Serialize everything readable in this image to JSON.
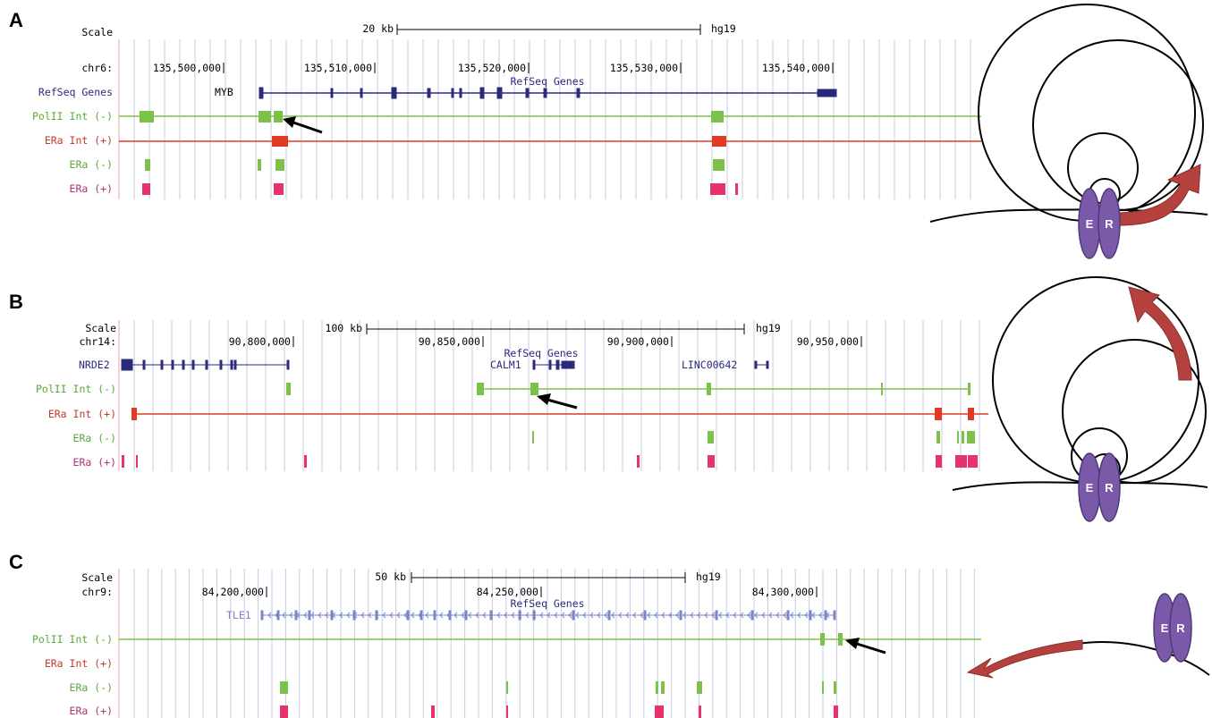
{
  "colors": {
    "gene": "#2b2a7a",
    "gene_light": "#7b84c4",
    "polii": "#7cc24a",
    "era_int": "#e03a24",
    "era_pos": "#e6336b",
    "era_neg": "#7cc24a",
    "grid": "#c9cbe6",
    "protein": "#7a5aa8",
    "arc_arrow": "#b5413f",
    "label_polii": "#5aa83a",
    "label_era_int": "#c0392b",
    "label_era_pos": "#b03070",
    "label_refseq": "#2b2a7a"
  },
  "icons": {
    "arrow": "arrow-left-pointer-icon",
    "loop": "chromatin-loop-icon",
    "protein": "er-dimer-icon"
  },
  "panels": [
    {
      "letter": "A",
      "scale_label": "Scale",
      "chrom_label": "chr6:",
      "scale_text": "20 kb",
      "assembly": "hg19",
      "ruler_ticks": [
        "135,500,000",
        "135,510,000",
        "135,520,000",
        "135,530,000",
        "135,540,000"
      ],
      "refseq_track_label": "RefSeq Genes",
      "refseq_title": "RefSeq Genes",
      "gene_names": [
        "MYB"
      ],
      "track_labels": {
        "polii": "PolII Int (-)",
        "era_int": "ERa Int (+)",
        "era_neg": "ERa (-)",
        "era_pos": "ERa (+)"
      },
      "er_letters": [
        "E",
        "R"
      ]
    },
    {
      "letter": "B",
      "scale_label": "Scale",
      "chrom_label": "chr14:",
      "scale_text": "100 kb",
      "assembly": "hg19",
      "ruler_ticks": [
        "90,800,000",
        "90,850,000",
        "90,900,000",
        "90,950,000"
      ],
      "refseq_title": "RefSeq Genes",
      "gene_names": [
        "NRDE2",
        "CALM1",
        "LINC00642"
      ],
      "track_labels": {
        "polii": "PolII Int (-)",
        "era_int": "ERa Int (+)",
        "era_neg": "ERa (-)",
        "era_pos": "ERa (+)"
      },
      "er_letters": [
        "E",
        "R"
      ]
    },
    {
      "letter": "C",
      "scale_label": "Scale",
      "chrom_label": "chr9:",
      "scale_text": "50 kb",
      "assembly": "hg19",
      "ruler_ticks": [
        "84,200,000",
        "84,250,000",
        "84,300,000"
      ],
      "refseq_title": "RefSeq Genes",
      "gene_names": [
        "TLE1"
      ],
      "track_labels": {
        "polii": "PolII Int (-)",
        "era_int": "ERa Int (+)",
        "era_neg": "ERa (-)",
        "era_pos": "ERa (+)"
      },
      "er_letters": [
        "E",
        "R"
      ]
    }
  ]
}
